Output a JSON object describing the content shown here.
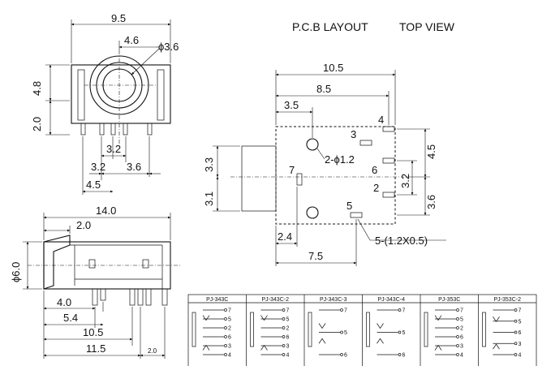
{
  "header": {
    "pcb_layout": "P.C.B LAYOUT",
    "top_view": "TOP VIEW"
  },
  "front_view": {
    "width": "9.5",
    "hole_offset": "4.6",
    "hole_dia": "ϕ3.6",
    "height_upper": "4.8",
    "height_lower": "2.0",
    "pin_pitch_center": "3.2",
    "pin_pitch_left": "3.2",
    "pin_pitch_right": "3.6",
    "pin_span": "4.5"
  },
  "side_view": {
    "length": "14.0",
    "front_depth": "2.0",
    "body_dia": "ϕ6.0",
    "pin_a": "4.0",
    "pin_b": "5.4",
    "pin_c": "10.5",
    "pin_d": "11.5",
    "tail": "2.0"
  },
  "pcb": {
    "width": "10.5",
    "to_pin4": "8.5",
    "to_holes": "3.5",
    "holes": "2-ϕ1.2",
    "slots": "5-(1.2X0.5)",
    "left_upper": "3.3",
    "left_lower": "3.1",
    "right_upper": "4.5",
    "right_mid": "3.2",
    "right_lower": "3.6",
    "bottom_a": "2.4",
    "bottom_b": "7.5",
    "pin_labels": [
      "4",
      "3",
      "6",
      "7",
      "2",
      "5"
    ]
  },
  "schematics": {
    "models": [
      "PJ-343C",
      "PJ-343C-2",
      "PJ-343C-3",
      "PJ-343C-4",
      "PJ-353C",
      "PJ-353C-2"
    ],
    "pins": [
      [
        "7",
        "5",
        "2",
        "6",
        "3",
        "4"
      ],
      [
        "7",
        "5",
        "2",
        "6",
        "3",
        "4"
      ],
      [
        "7",
        "5",
        "6"
      ],
      [
        "7",
        "5",
        "6"
      ],
      [
        "7",
        "5",
        "2",
        "6",
        "3",
        "4"
      ],
      [
        "7",
        "5",
        "6",
        "3",
        "4"
      ]
    ]
  }
}
